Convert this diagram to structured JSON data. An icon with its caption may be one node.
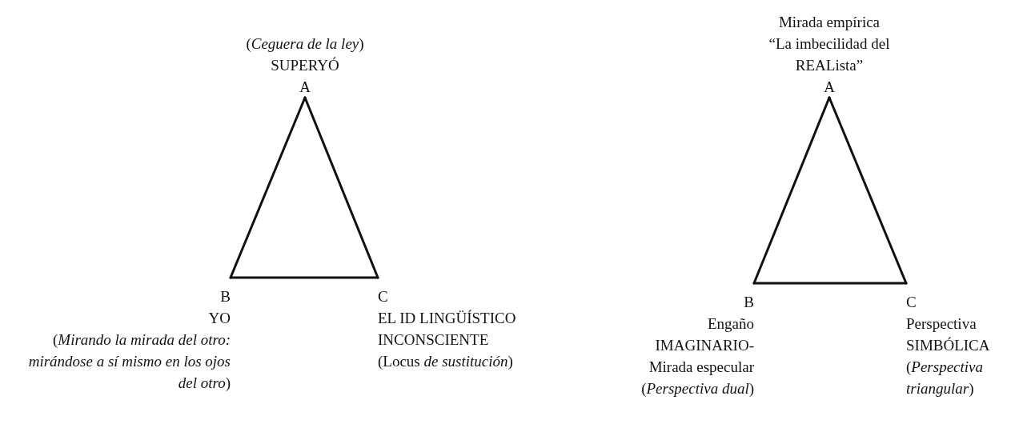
{
  "diagram": {
    "nodes": [
      {
        "text": [
          "(*Ceguera de la ley*)",
          "SUPERYÓ",
          "A"
        ]
      },
      {
        "text": [
          "B",
          "YO",
          "(*Mirando la mirada del otro: mirándose a sí mismo en los ojos del otro*)"
        ]
      },
      {
        "text": [
          "C",
          "EL ID LINGÜÍSTICO INCONSCIENTE",
          "(Locus *de sustitución*)"
        ]
      },
      {
        "text": [
          "Mirada empírica",
          "“La imbecilidad del REALista”",
          "A"
        ]
      },
      {
        "text": [
          "B",
          "Engaño IMAGINARIO- Mirada especular",
          "(*Perspectiva dual*)"
        ]
      },
      {
        "text": [
          "C",
          "Perspectiva SIMBÓLICA",
          "(*Perspectiva triangular*)"
        ]
      }
    ],
    "edges": [
      {
        "from": 0,
        "to": 1,
        "arrow": "none"
      },
      {
        "from": 1,
        "to": 2,
        "arrow": "none"
      },
      {
        "from": 2,
        "to": 0,
        "arrow": "none"
      },
      {
        "from": 3,
        "to": 4,
        "arrow": "none"
      },
      {
        "from": 4,
        "to": 5,
        "arrow": "none"
      },
      {
        "from": 5,
        "to": 3,
        "arrow": "none"
      }
    ]
  }
}
